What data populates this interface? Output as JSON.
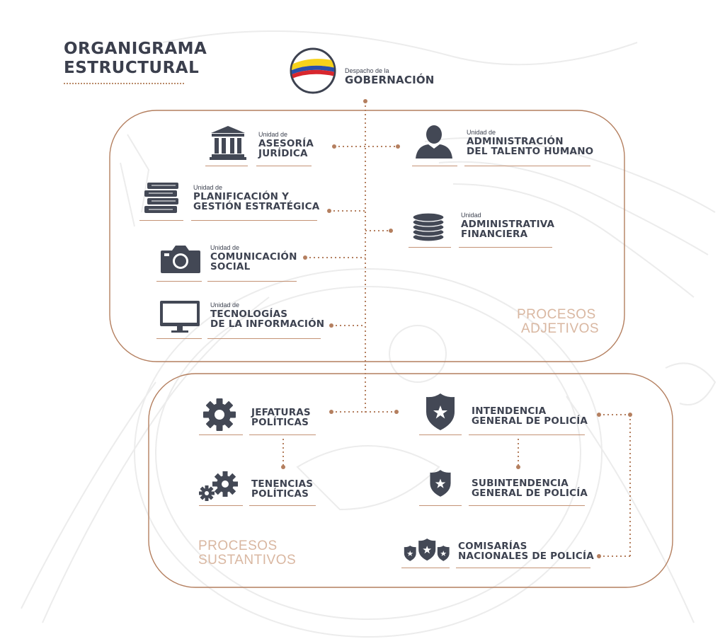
{
  "title": {
    "line1": "ORGANIGRAMA",
    "line2": "ESTRUCTURAL"
  },
  "colors": {
    "accent": "#b47f5f",
    "dots": "#b98a68",
    "text": "#3d4250",
    "section_label": "#d9b7a1",
    "flag": [
      "#f6d21a",
      "#2a4fa8",
      "#d8272e"
    ]
  },
  "root": {
    "small": "Despacho de la",
    "name": "GOBERNACIÓN",
    "icon": "ecuador-flag-emblem"
  },
  "adjetivos": {
    "label": [
      "PROCESOS",
      "ADJETIVOS"
    ],
    "units": [
      {
        "small": "Unidad de",
        "l1": "ASESORÍA",
        "l2": "JURÍDICA",
        "icon": "courthouse-icon"
      },
      {
        "small": "Unidad de",
        "l1": "ADMINISTRACIÓN",
        "l2": "DEL TALENTO HUMANO",
        "icon": "person-icon"
      },
      {
        "small": "Unidad de",
        "l1": "PLANIFICACIÓN Y",
        "l2": "GESTIÓN ESTRATÉGICA",
        "icon": "books-icon"
      },
      {
        "small": "Unidad",
        "l1": "ADMINISTRATIVA",
        "l2": "FINANCIERA",
        "icon": "coins-icon"
      },
      {
        "small": "Unidad de",
        "l1": "COMUNICACIÓN",
        "l2": "SOCIAL",
        "icon": "camera-icon"
      },
      {
        "small": "Unidad de",
        "l1": "TECNOLOGÍAS",
        "l2": "DE LA INFORMACIÓN",
        "icon": "monitor-icon"
      }
    ]
  },
  "sustantivos": {
    "label": [
      "PROCESOS",
      "SUSTANTIVOS"
    ],
    "units": [
      {
        "l1": "JEFATURAS",
        "l2": "POLÍTICAS",
        "icon": "gear-icon"
      },
      {
        "l1": "TENENCIAS",
        "l2": "POLÍTICAS",
        "icon": "gears-icon"
      },
      {
        "l1": "INTENDENCIA",
        "l2": "GENERAL DE POLICÍA",
        "icon": "police-badge-icon"
      },
      {
        "l1": "SUBINTENDENCIA",
        "l2": "GENERAL DE POLICÍA",
        "icon": "police-badge-icon"
      },
      {
        "l1": "COMISARÍAS",
        "l2": "NACIONALES DE POLICÍA",
        "icon": "police-badges-icon"
      }
    ]
  }
}
